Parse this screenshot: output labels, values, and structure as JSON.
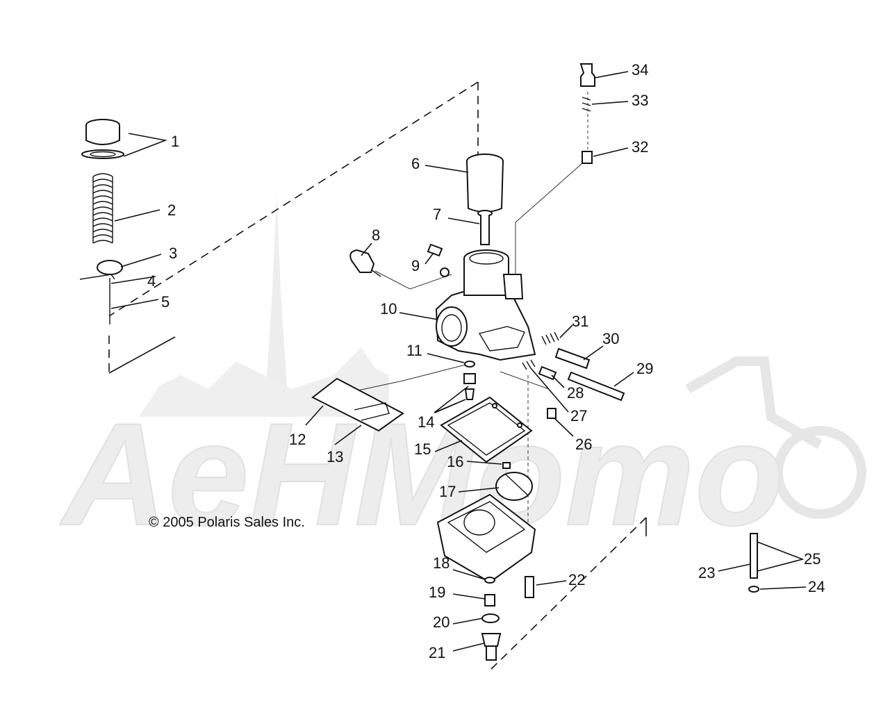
{
  "copyright": "© 2005 Polaris Sales Inc.",
  "watermark": {
    "text": "AeHMomo"
  },
  "callouts": [
    "1",
    "2",
    "3",
    "4",
    "5",
    "6",
    "7",
    "8",
    "9",
    "10",
    "11",
    "12",
    "13",
    "14",
    "15",
    "16",
    "17",
    "18",
    "19",
    "20",
    "21",
    "22",
    "23",
    "24",
    "25",
    "26",
    "27",
    "28",
    "29",
    "30",
    "31",
    "32",
    "33",
    "34"
  ]
}
